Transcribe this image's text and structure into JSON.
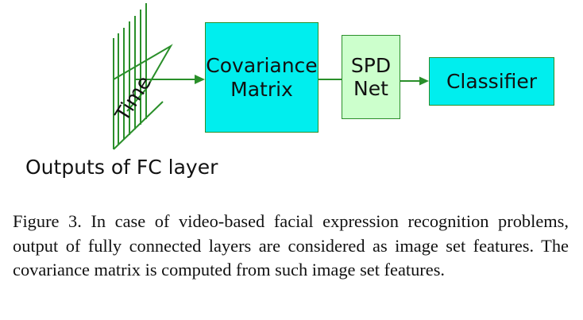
{
  "diagram": {
    "inputs_label": "Outputs of FC layer",
    "time_label": "Time",
    "covariance_box": {
      "line1": "Covariance",
      "line2": "Matrix"
    },
    "spd_box": {
      "line1": "SPD",
      "line2": "Net"
    },
    "classifier_box": {
      "label": "Classifier"
    },
    "colors": {
      "cyan_fill": "#00eeee",
      "light_green_fill": "#ccffcc",
      "green_stroke": "#2a8f2a"
    }
  },
  "caption": "Figure 3. In case of video-based facial expression recognition problems, output of fully connected layers are considered as image set features. The covariance matrix is computed from such image set features."
}
